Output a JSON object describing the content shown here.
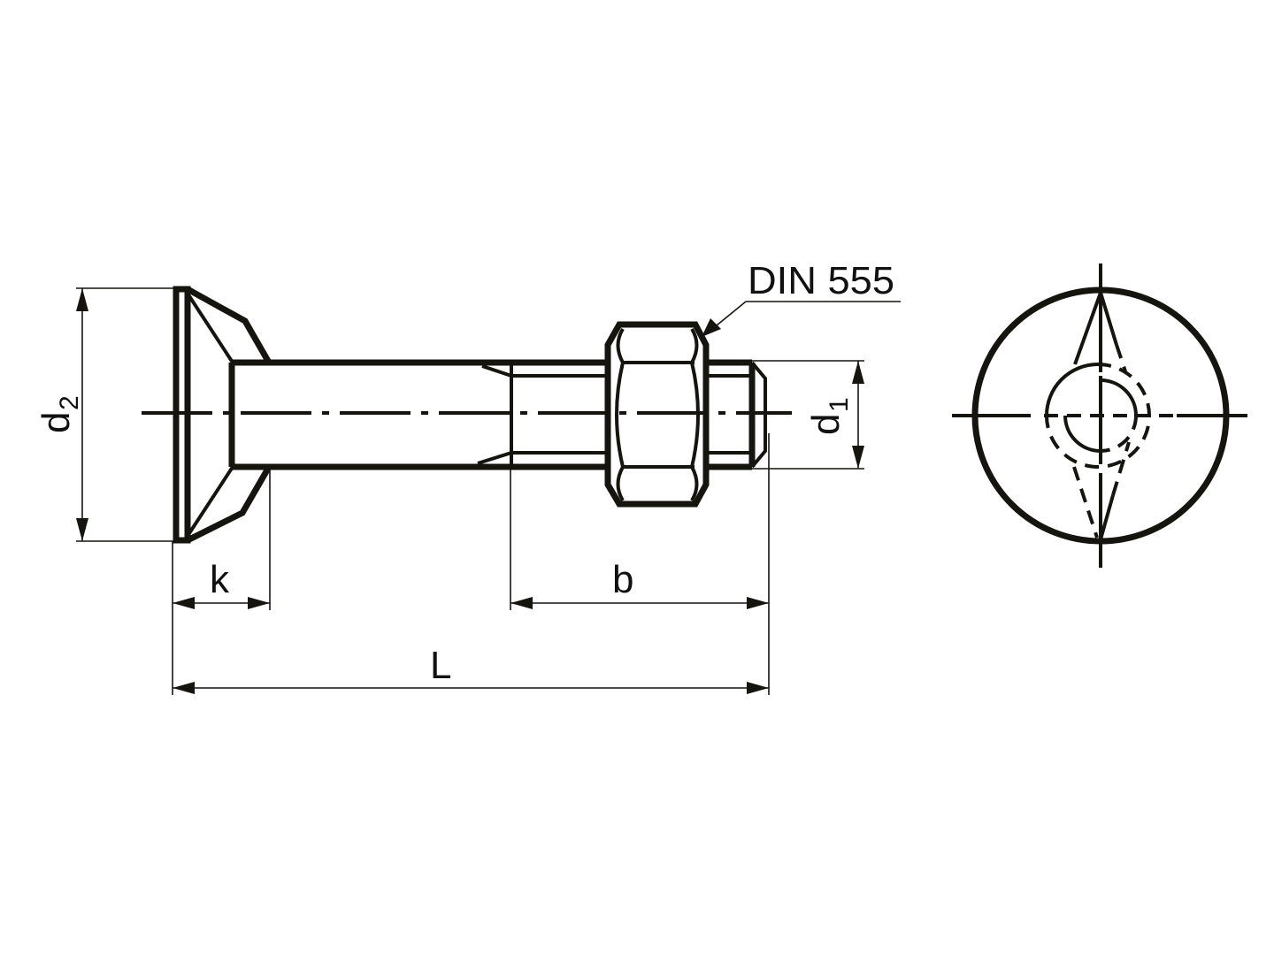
{
  "drawing": {
    "standard_label": "DIN 555",
    "dimensions": {
      "d2": {
        "symbol": "d",
        "subscript": "2"
      },
      "d1": {
        "symbol": "d",
        "subscript": "1"
      },
      "k": {
        "symbol": "k"
      },
      "b": {
        "symbol": "b"
      },
      "L": {
        "symbol": "L"
      }
    }
  },
  "colors": {
    "line": "#15140f",
    "background": "#ffffff"
  }
}
